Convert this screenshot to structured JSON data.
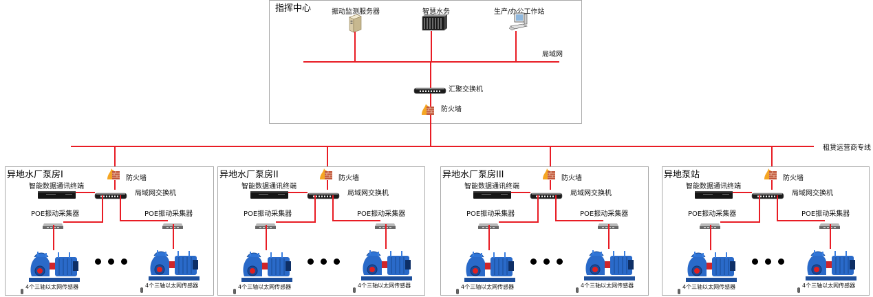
{
  "command_center": {
    "title": "指挥中心",
    "devices": [
      {
        "name": "vibration-monitoring-server",
        "label": "振动监测服务器",
        "icon": "server-tower-icon"
      },
      {
        "name": "smart-water",
        "label": "智慧水务",
        "icon": "blade-server-icon"
      },
      {
        "name": "workstation",
        "label": "生产/办公工作站",
        "icon": "workstation-icon"
      }
    ],
    "lan_label": "局域网",
    "aggregation_switch_label": "汇聚交换机",
    "firewall_label": "防火墙"
  },
  "wan": {
    "label": "租赁运营商专线"
  },
  "sites": [
    {
      "title": "异地水厂泵房I",
      "firewall_label": "防火墙",
      "terminal_label": "智能数据通讯终端",
      "switch_label": "局域网交换机",
      "collector_left_label": "POE振动采集器",
      "collector_right_label": "POE振动采集器",
      "sensor_left_label": "4个三轴以太网传感器",
      "sensor_right_label": "4个三轴以太网传感器"
    },
    {
      "title": "异地水厂泵房II",
      "firewall_label": "防火墙",
      "terminal_label": "智能数据通讯终端",
      "switch_label": "局域网交换机",
      "collector_left_label": "POE振动采集器",
      "collector_right_label": "POE振动采集器",
      "sensor_left_label": "4个三轴以太网传感器",
      "sensor_right_label": "4个三轴以太网传感器"
    },
    {
      "title": "异地水厂泵房III",
      "firewall_label": "防火墙",
      "terminal_label": "智能数据通讯终端",
      "switch_label": "局域网交换机",
      "collector_left_label": "POE振动采集器",
      "collector_right_label": "POE振动采集器",
      "sensor_left_label": "4个三轴以太网传感器",
      "sensor_right_label": "4个三轴以太网传感器"
    },
    {
      "title": "异地泵站",
      "firewall_label": "防火墙",
      "terminal_label": "智能数据通讯终端",
      "switch_label": "局域网交换机",
      "collector_left_label": "POE振动采集器",
      "collector_right_label": "POE振动采集器",
      "sensor_left_label": "4个三轴以太网传感器",
      "sensor_right_label": "4个三轴以太网传感器"
    }
  ],
  "colors": {
    "link": "#e81c24",
    "pump": "#1f5fb8",
    "box_border": "#a8a8a8"
  }
}
